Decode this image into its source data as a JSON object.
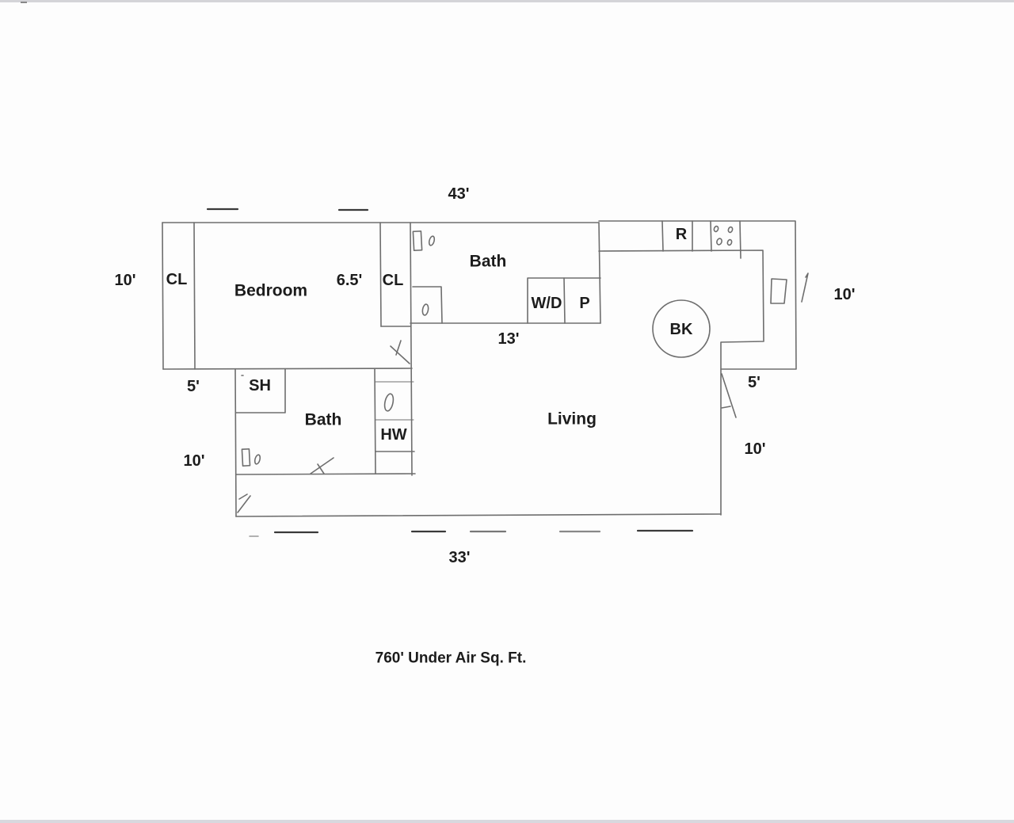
{
  "document": {
    "type": "floor-plan-sketch",
    "footer_text": "760' Under Air Sq. Ft."
  },
  "rooms": {
    "bedroom": "Bedroom",
    "bath_upper": "Bath",
    "bath_lower": "Bath",
    "living": "Living"
  },
  "fixtures": {
    "closet_left": "CL",
    "closet_right": "CL",
    "washer_dryer": "W/D",
    "pantry": "P",
    "refrigerator": "R",
    "breakfast": "BK",
    "shower": "SH",
    "water_heater": "HW"
  },
  "dimensions": {
    "top_overall": "43'",
    "left_bedroom": "10'",
    "bedroom_closet": "6.5'",
    "bath_width": "13'",
    "right_kitchen": "10'",
    "bedroom_offset": "5'",
    "right_offset": "5'",
    "left_bath": "10'",
    "right_living": "10'",
    "bottom_overall": "33'"
  },
  "colors": {
    "background": "#fdfdfd",
    "lines": "#6e6e6e",
    "text": "#1c1c1c"
  }
}
